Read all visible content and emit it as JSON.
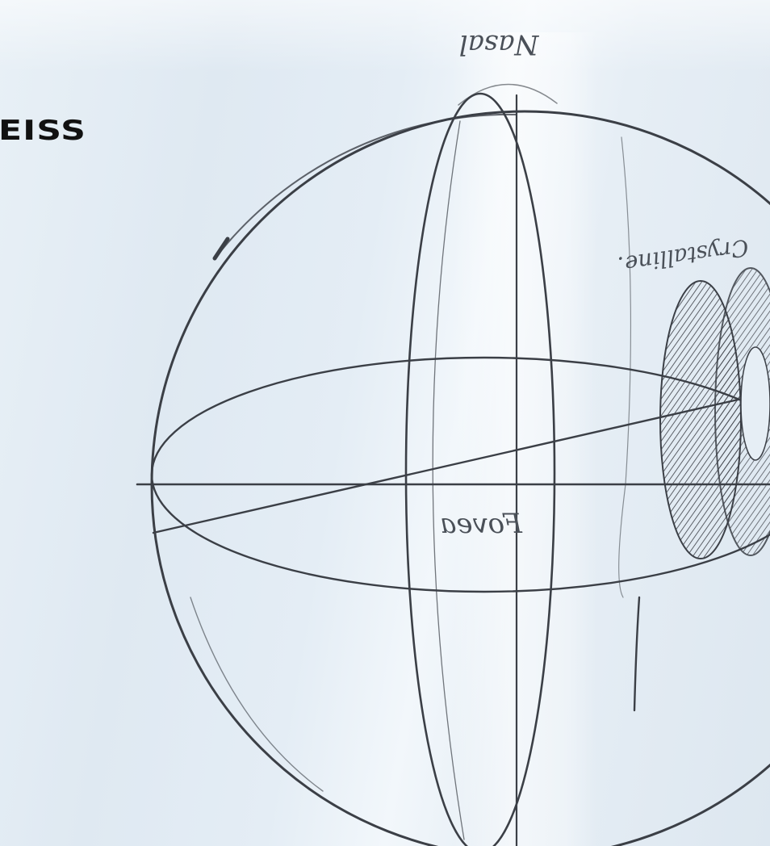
{
  "brand": {
    "name": "EISS"
  },
  "sketch": {
    "labels": {
      "top": "Nasal",
      "left": "Fovea",
      "right": "Crystalline."
    }
  },
  "colors": {
    "background": "#e4edf5",
    "ink": "#3b3f46",
    "brand_text": "#111111"
  }
}
